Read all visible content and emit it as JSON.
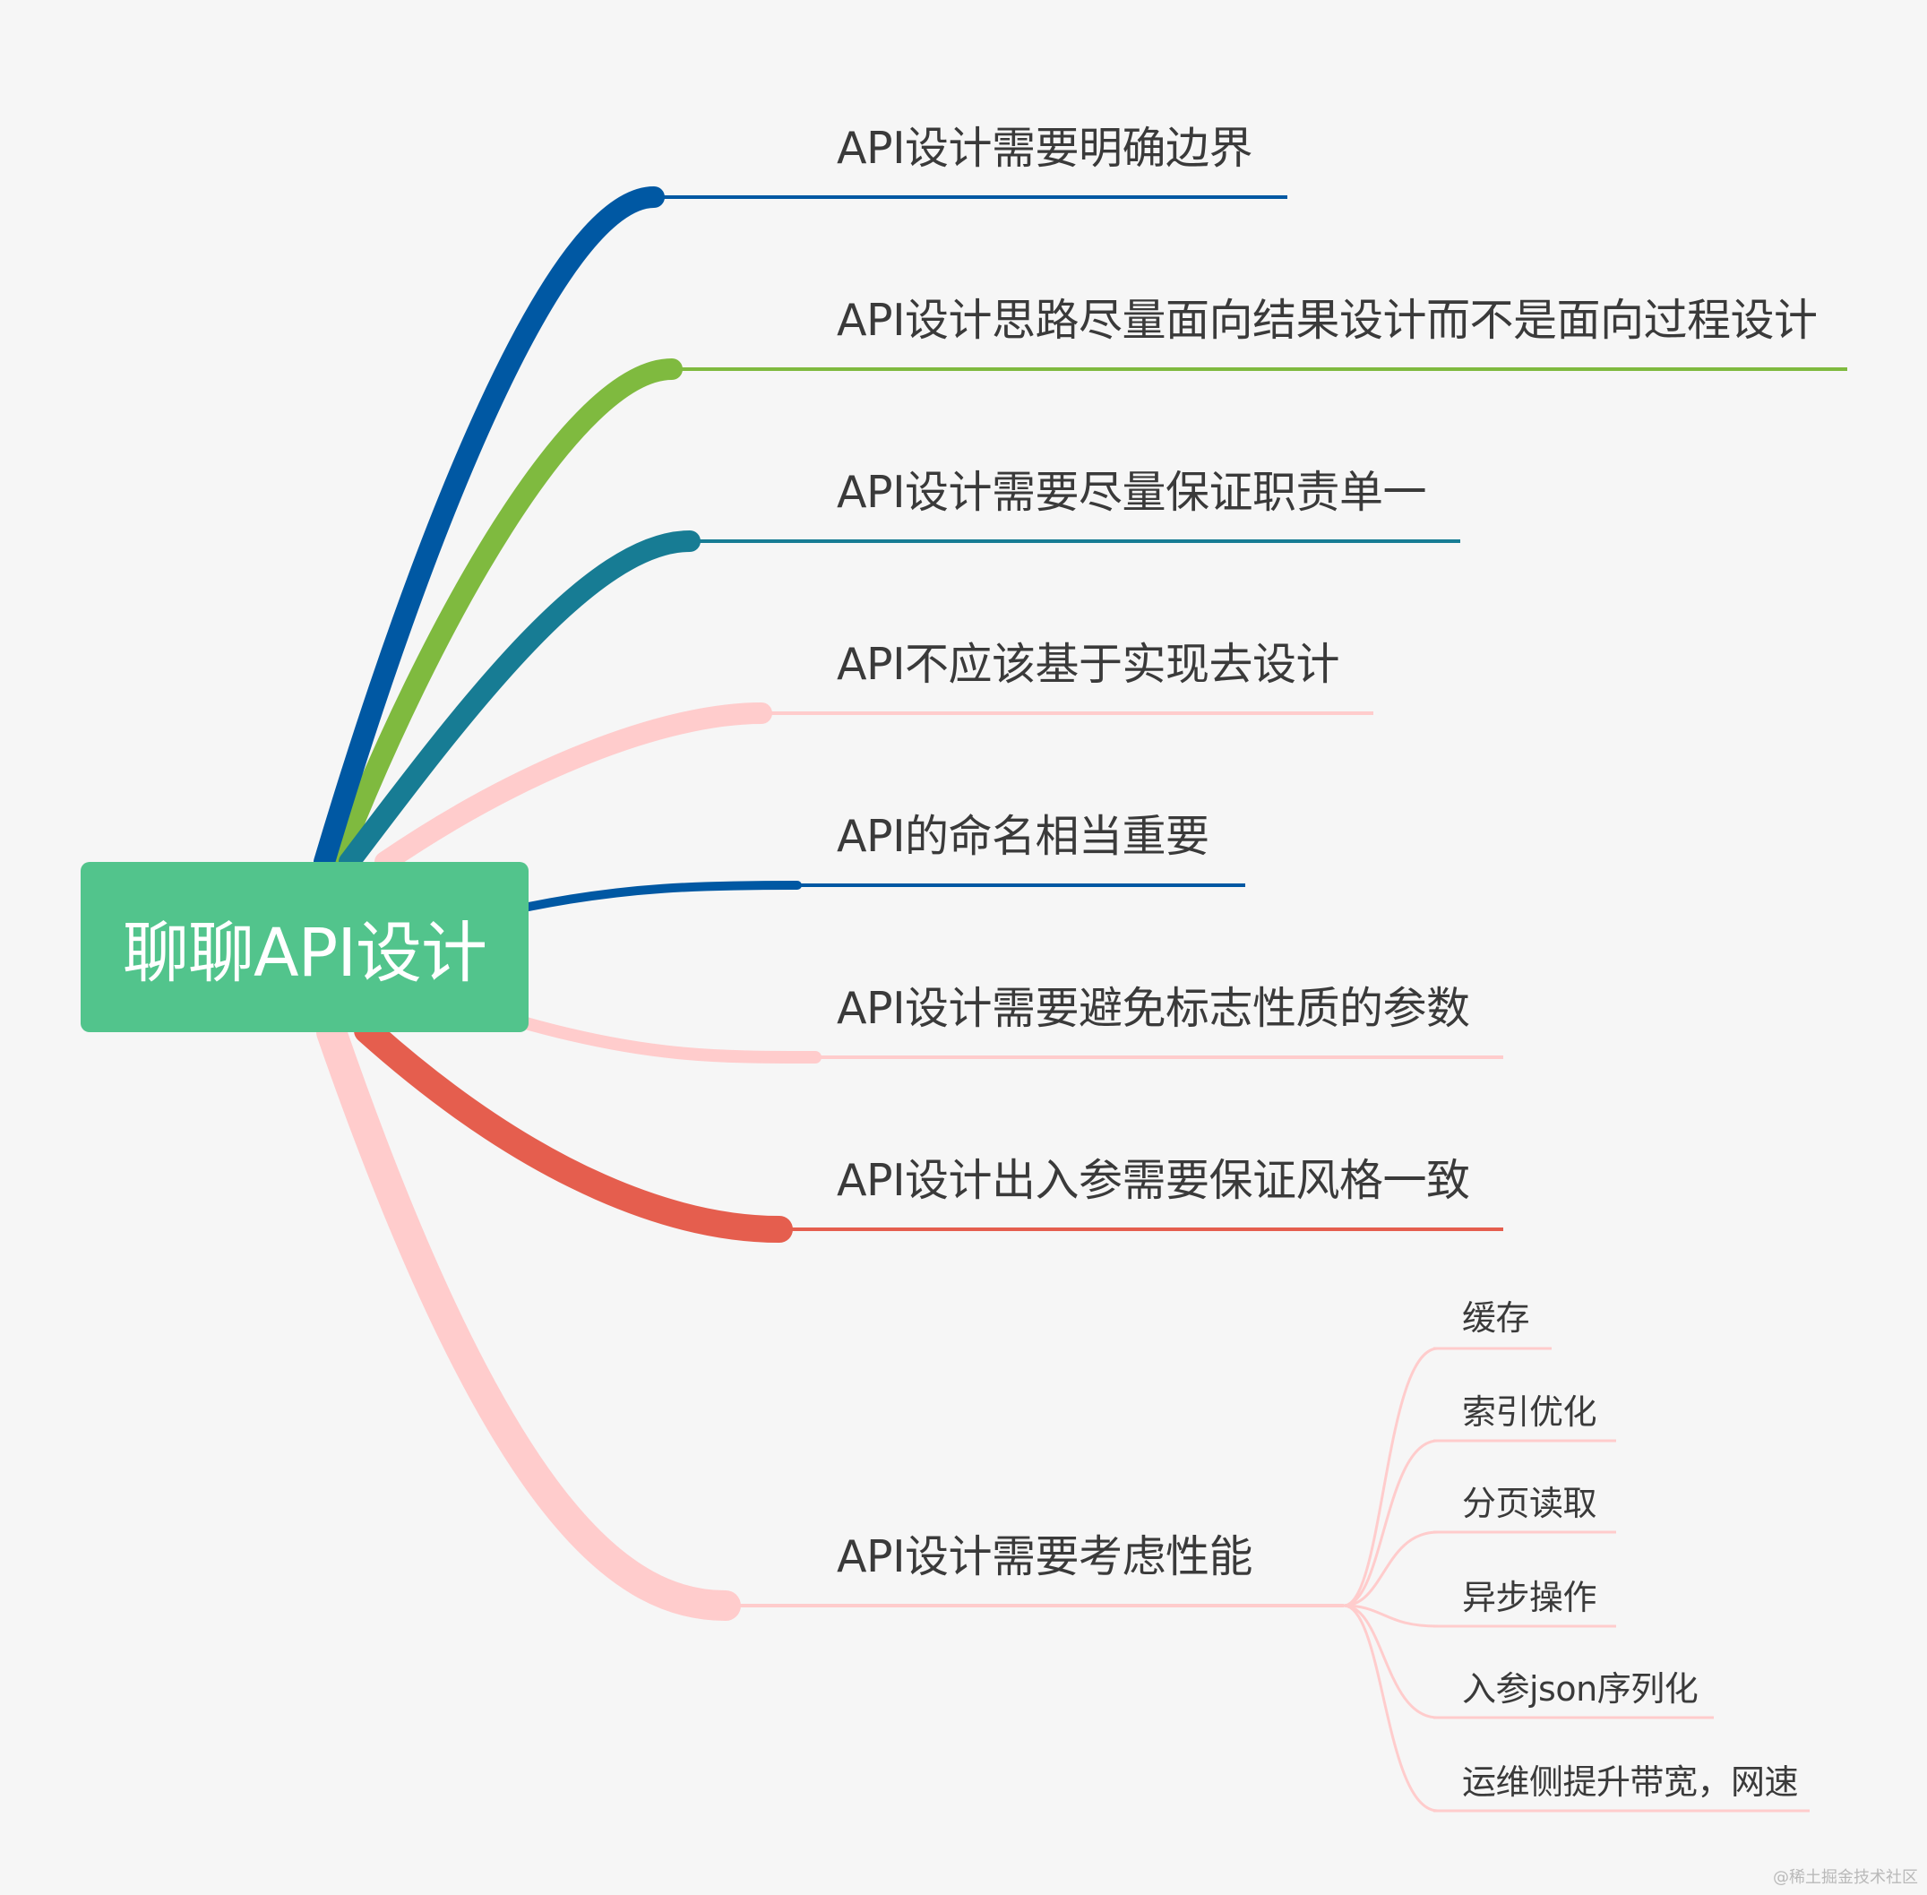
{
  "root": {
    "label": "聊聊API设计"
  },
  "branches": [
    {
      "label": "API设计需要明确边界",
      "color": "#0058a3"
    },
    {
      "label": "API设计思路尽量面向结果设计而不是面向过程设计",
      "color": "#7fba3f"
    },
    {
      "label": "API设计需要尽量保证职责单一",
      "color": "#177c94"
    },
    {
      "label": "API不应该基于实现去设计",
      "color": "#ffcccc"
    },
    {
      "label": "API的命名相当重要",
      "color": "#0058a3"
    },
    {
      "label": "API设计需要避免标志性质的参数",
      "color": "#ffcccc"
    },
    {
      "label": "API设计出入参需要保证风格一致",
      "color": "#e55e4e"
    },
    {
      "label": "API设计需要考虑性能",
      "color": "#ffcccc",
      "children": [
        "缓存",
        "索引优化",
        "分页读取",
        "异步操作",
        "入参json序列化",
        "运维侧提升带宽，网速"
      ]
    }
  ],
  "watermark": "@稀土掘金技术社区"
}
